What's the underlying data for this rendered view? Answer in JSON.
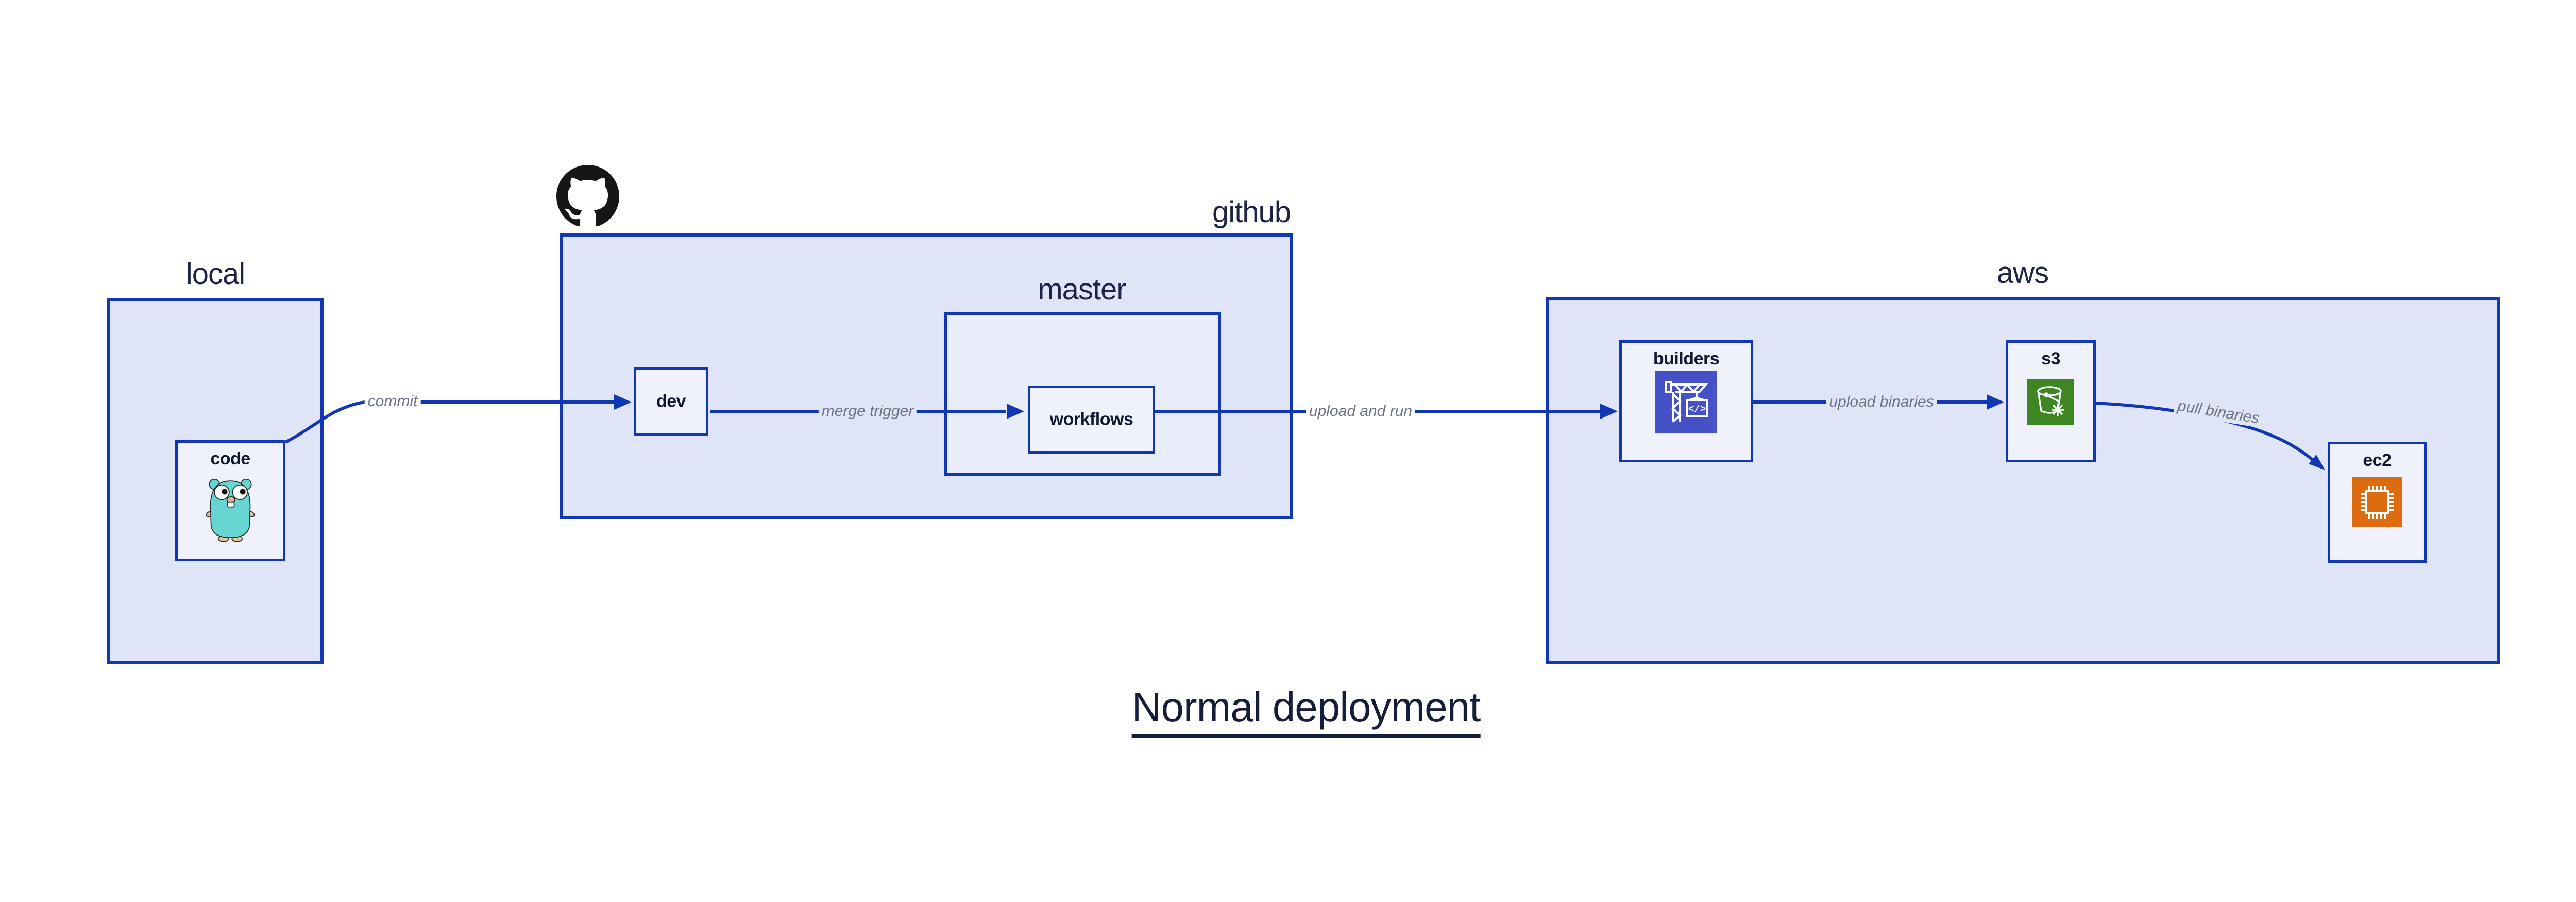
{
  "title": "Normal deployment",
  "groups": {
    "local": "local",
    "github": "github",
    "master": "master",
    "aws": "aws"
  },
  "nodes": {
    "code": "code",
    "dev": "dev",
    "workflows": "workflows",
    "builders": "builders",
    "s3": "s3",
    "ec2": "ec2"
  },
  "edges": {
    "commit": "commit",
    "merge": "merge trigger",
    "upload_run": "upload and run",
    "upload_bin": "upload binaries",
    "pull_bin": "pull binaries"
  },
  "icons": {
    "github_logo": "octocat-icon",
    "code_node": "go-gopher-icon",
    "builders_node": "codebuild-crane-icon",
    "s3_node": "s3-glacier-bucket-icon",
    "ec2_node": "ec2-chip-icon"
  },
  "colors": {
    "border_blue": "#1137b5",
    "container_fill": "#dfe5f7",
    "master_fill": "#e9edfa",
    "node_fill": "#eff2fb",
    "label_navy": "#1c2344",
    "edge_gray": "#6d7380",
    "builders_icon_bg": "#4552c7",
    "s3_icon_bg": "#3e8523",
    "ec2_icon_bg": "#dd6b10",
    "octocat_black": "#171515",
    "gopher_teal": "#66d6d2"
  }
}
